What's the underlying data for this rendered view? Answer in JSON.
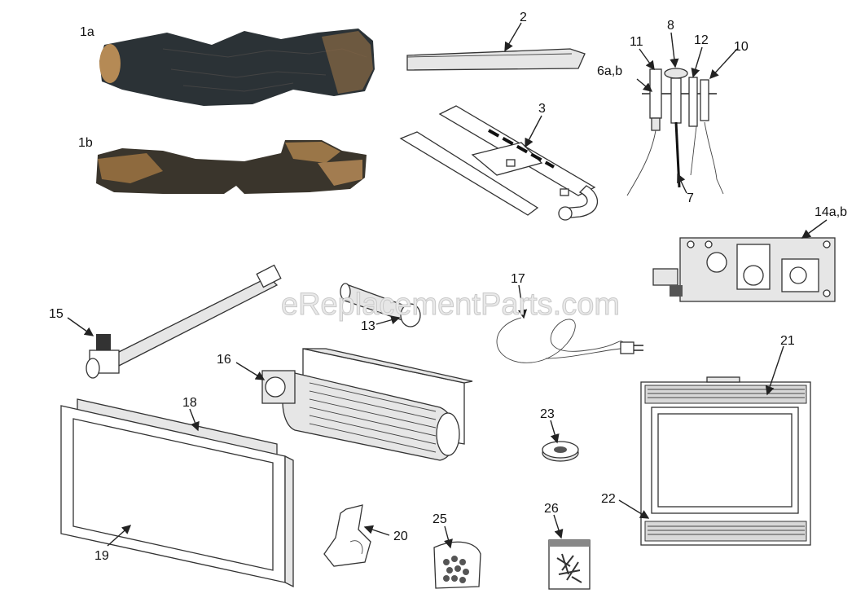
{
  "watermark": "eReplacementParts.com",
  "callouts": {
    "c1a": "1a",
    "c1b": "1b",
    "c2": "2",
    "c3": "3",
    "c6ab": "6a,b",
    "c7": "7",
    "c8": "8",
    "c10": "10",
    "c11": "11",
    "c12": "12",
    "c13": "13",
    "c14ab": "14a,b",
    "c15": "15",
    "c16": "16",
    "c17": "17",
    "c18": "18",
    "c19": "19",
    "c20": "20",
    "c21": "21",
    "c22": "22",
    "c23": "23",
    "c25": "25",
    "c26": "26"
  }
}
